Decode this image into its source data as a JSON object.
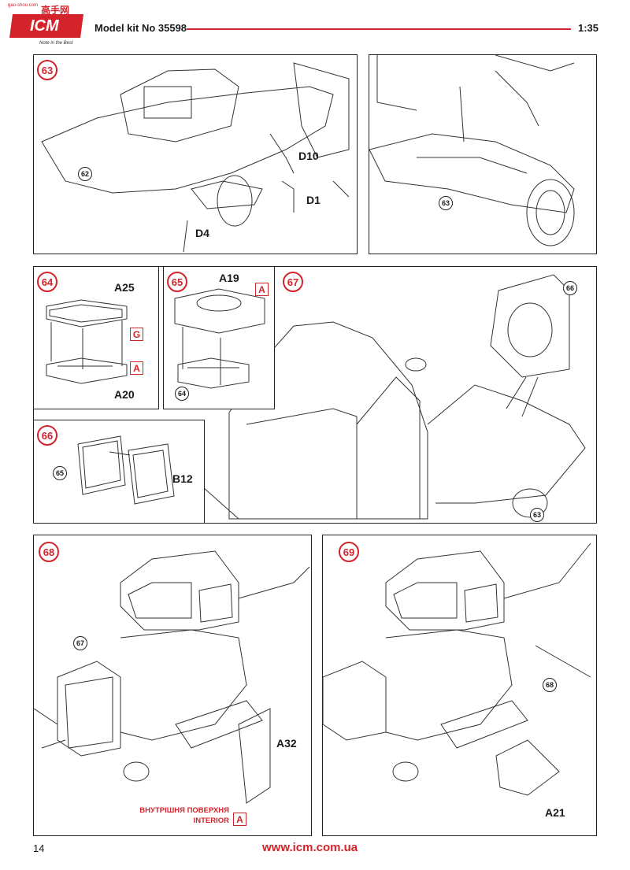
{
  "header": {
    "brand": "ICM",
    "tagline": "Note in the Best",
    "watermark": "高手网",
    "watermark_url": "gao-shou.com",
    "model": "Model kit No 35598",
    "scale": "1:35",
    "accent_color": "#d4232b"
  },
  "steps": {
    "s63": {
      "number": "63",
      "parts": [
        "D10",
        "D1",
        "D4"
      ],
      "refs": [
        "62"
      ]
    },
    "s63b": {
      "refs": [
        "63"
      ]
    },
    "s64": {
      "number": "64",
      "parts": [
        "A25",
        "A20"
      ],
      "marks": [
        "G",
        "A"
      ]
    },
    "s65": {
      "number": "65",
      "parts": [
        "A19"
      ],
      "marks": [
        "A"
      ],
      "refs": [
        "64"
      ]
    },
    "s66": {
      "number": "66",
      "parts": [
        "B12"
      ],
      "refs": [
        "65"
      ]
    },
    "s67": {
      "number": "67",
      "refs": [
        "66",
        "63"
      ]
    },
    "s68": {
      "number": "68",
      "parts": [
        "A32"
      ],
      "refs": [
        "67"
      ],
      "note_ua": "ВНУТРІШНЯ ПОВЕРХНЯ",
      "note_en": "INTERIOR",
      "marks": [
        "A"
      ]
    },
    "s69": {
      "number": "69",
      "parts": [
        "A21"
      ],
      "refs": [
        "68"
      ]
    }
  },
  "footer": {
    "page": "14",
    "url": "www.icm.com.ua"
  }
}
